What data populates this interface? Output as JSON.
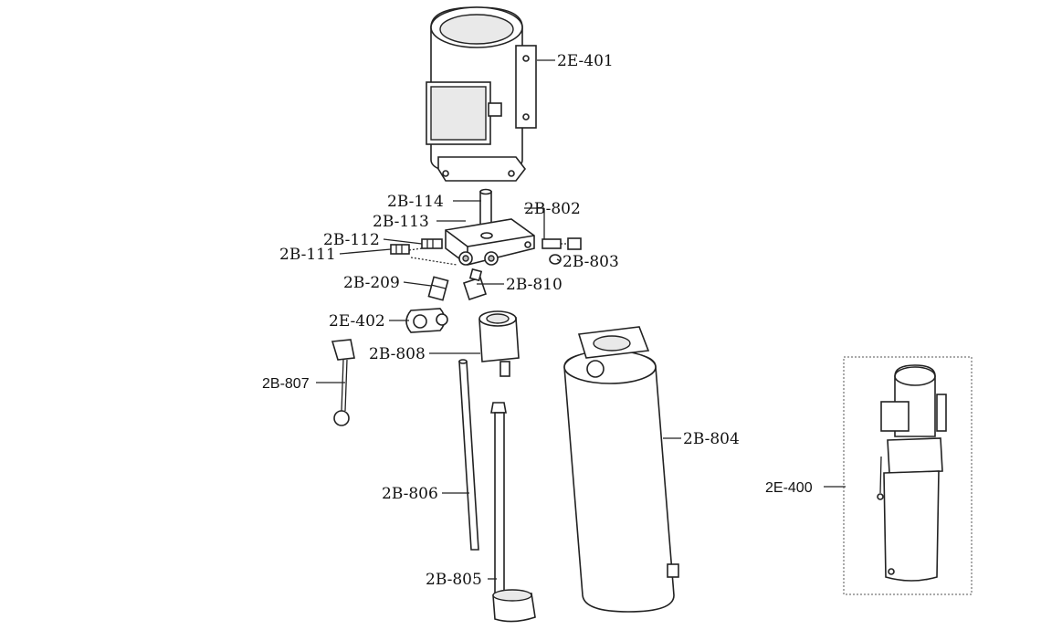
{
  "diagram": {
    "part_labels": {
      "p2e401": "2E-401",
      "p2b114": "2B-114",
      "p2b113": "2B-113",
      "p2b112": "2B-112",
      "p2b111": "2B-111",
      "p2b802": "2B-802",
      "p2b803": "2B-803",
      "p2b209": "2B-209",
      "p2b810": "2B-810",
      "p2e402": "2E-402",
      "p2b808": "2B-808",
      "p2b807": "2B-807",
      "p2b806": "2B-806",
      "p2b805": "2B-805",
      "p2b804": "2B-804",
      "p2e400": "2E-400"
    }
  }
}
